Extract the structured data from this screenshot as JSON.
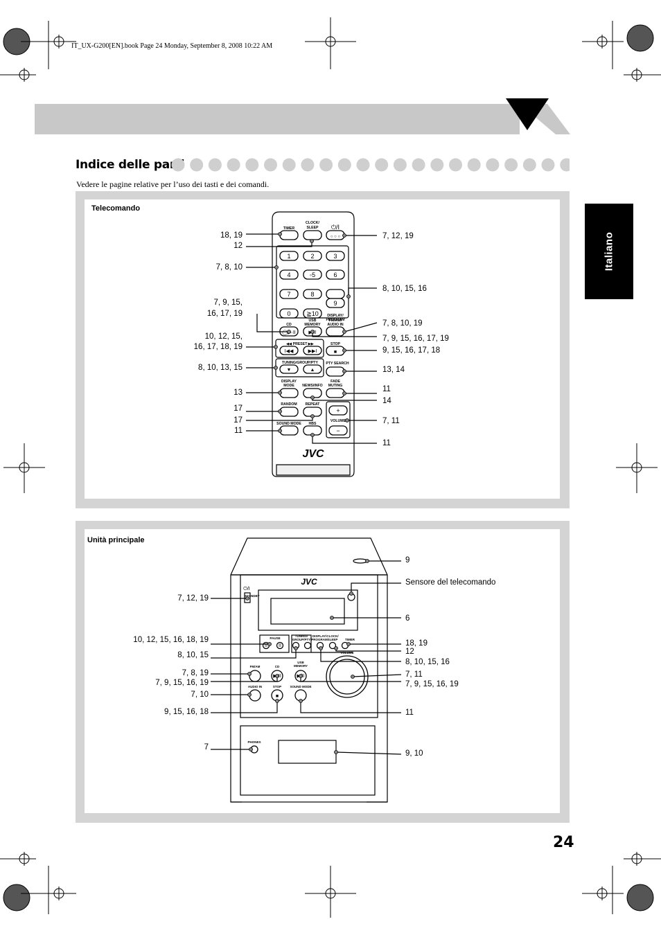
{
  "book_header": "IT_UX-G200[EN].book  Page 24  Monday, September 8, 2008  10:22 AM",
  "section_title": "Indice delle parti",
  "intro_text": "Vedere le pagine relative per l’uso dei tasti e dei comandi.",
  "side_tab_label": "Italiano",
  "page_number": "24",
  "remote": {
    "label": "Telecomando",
    "buttons": {
      "timer": "TIMER",
      "clock_sleep": "CLOCK/\nSLEEP",
      "power": "⏻/I",
      "n1": "1",
      "n2": "2",
      "n3": "3",
      "n4": "4",
      "n5": "◦5",
      "n6": "6",
      "n7": "7",
      "n8": "8",
      "n9": "9",
      "n0": "0",
      "n10": "≧10",
      "display_program": "DISPLAY/\nPROGRAM",
      "cd": "CD",
      "usb_memory": "USB\nMEMORY",
      "fm_am_audio_in": "FM/AM/\nAUDIO IN",
      "preset": "◀◀ PRESET ▶▶",
      "stop": "STOP",
      "tuning": "TUNING/GROUP/PTY",
      "pty_search": "PTY SEARCH",
      "display_mode": "DISPLAY\nMODE",
      "news_info": "NEWS/INFO",
      "fade_muting": "FADE\nMUTING",
      "random": "RANDOM",
      "repeat": "REPEAT",
      "volume": "VOLUME",
      "sound_mode": "SOUND MODE",
      "hbs": "HBS",
      "brand": "JVC"
    },
    "refs_left": [
      "18, 19",
      "12",
      "7, 8, 10",
      "7, 9, 15,",
      "16, 17, 19",
      "10, 12, 15,",
      "16, 17, 18, 19",
      "8, 10, 13, 15",
      "13",
      "17",
      "17",
      "11"
    ],
    "refs_right": [
      "7, 12, 19",
      "8, 10, 15, 16",
      "7, 8, 10, 19",
      "7, 9, 15, 16, 17, 19",
      "9, 15, 16, 17, 18",
      "13, 14",
      "11",
      "14",
      "7, 11",
      "11"
    ]
  },
  "main_unit": {
    "label": "Unità principale",
    "panel_text": {
      "brand": "JVC",
      "standby": "STANDBY",
      "pause": "PAUSE",
      "tuning": "TUNING/\nGROUP/PTY",
      "display_program": "DISPLAY/\nPROGRAM",
      "clock_sleep": "CLOCK/\nSLEEP",
      "timer": "TIMER",
      "volume": "VOLUME",
      "fm_am": "FM/AM",
      "cd": "CD",
      "usb_memory": "USB\nMEMORY",
      "audio_in": "AUDIO IN",
      "stop": "STOP",
      "sound_mode": "SOUND MODE",
      "phones": "PHONES"
    },
    "refs_left": [
      "7, 12, 19",
      "10, 12, 15, 16, 18, 19",
      "8, 10, 15",
      "7, 8, 19",
      "7, 9, 15, 16, 19",
      "7, 10",
      "9, 15, 16, 18",
      "7"
    ],
    "refs_right": [
      "9",
      "Sensore del telecomando",
      "6",
      "18, 19",
      "12",
      "8, 10, 15, 16",
      "7, 11",
      "7, 9, 15, 16, 19",
      "11",
      "9, 10"
    ]
  }
}
